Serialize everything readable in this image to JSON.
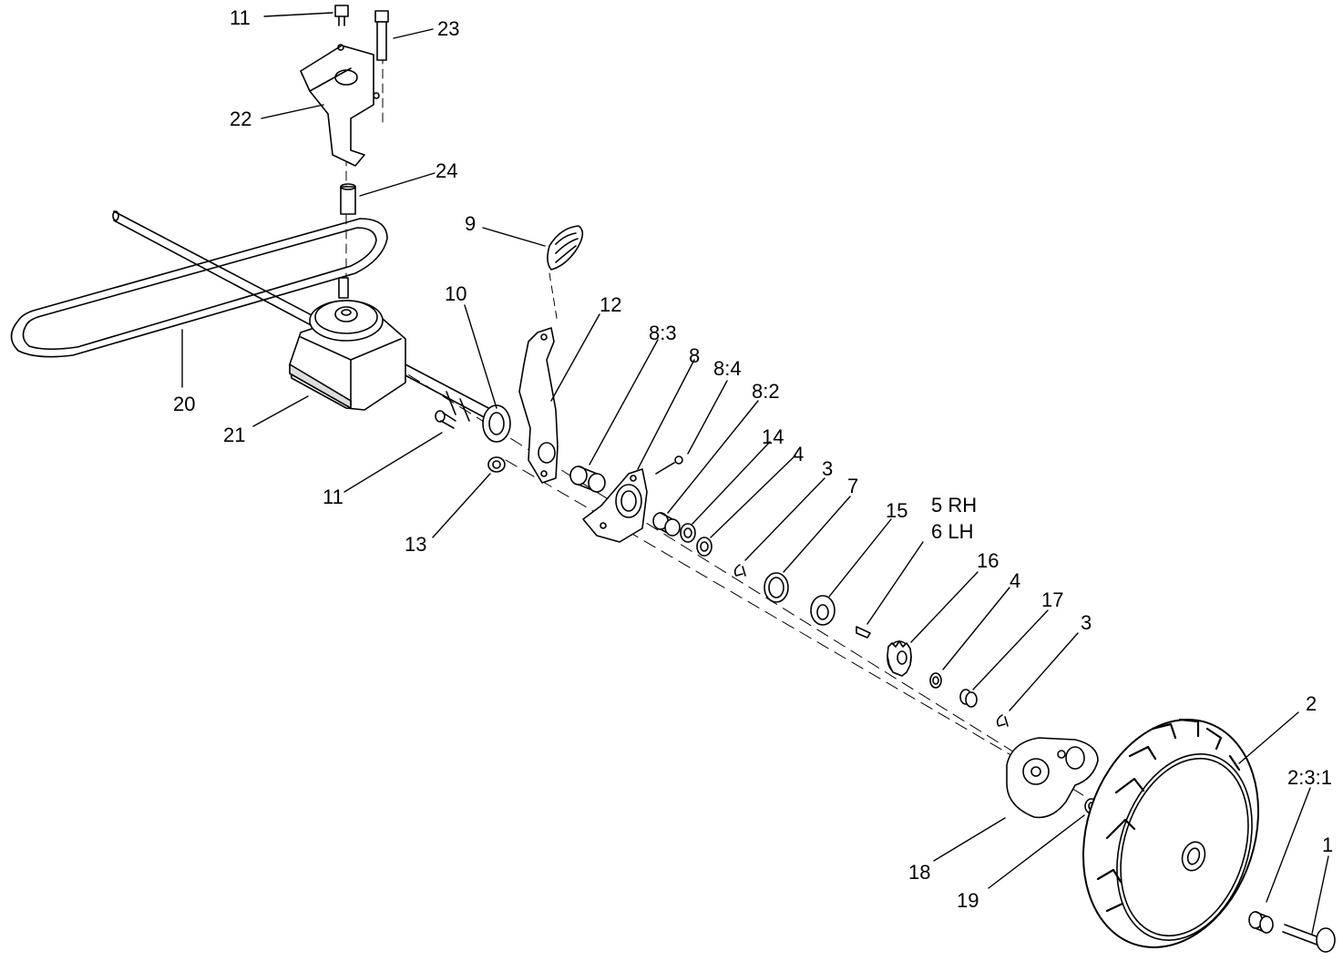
{
  "callouts": [
    {
      "id": "c11a",
      "text": "11"
    },
    {
      "id": "c23",
      "text": "23"
    },
    {
      "id": "c22",
      "text": "22"
    },
    {
      "id": "c24",
      "text": "24"
    },
    {
      "id": "c9",
      "text": "9"
    },
    {
      "id": "c10",
      "text": "10"
    },
    {
      "id": "c12",
      "text": "12"
    },
    {
      "id": "c20",
      "text": "20"
    },
    {
      "id": "c21",
      "text": "21"
    },
    {
      "id": "c11b",
      "text": "11"
    },
    {
      "id": "c13",
      "text": "13"
    },
    {
      "id": "c8_3",
      "text": "8:3"
    },
    {
      "id": "c8",
      "text": "8"
    },
    {
      "id": "c8_4",
      "text": "8:4"
    },
    {
      "id": "c8_2",
      "text": "8:2"
    },
    {
      "id": "c14",
      "text": "14"
    },
    {
      "id": "c4a",
      "text": "4"
    },
    {
      "id": "c3a",
      "text": "3"
    },
    {
      "id": "c7",
      "text": "7"
    },
    {
      "id": "c15",
      "text": "15"
    },
    {
      "id": "c5",
      "text": "5 RH"
    },
    {
      "id": "c6",
      "text": "6 LH"
    },
    {
      "id": "c16",
      "text": "16"
    },
    {
      "id": "c4b",
      "text": "4"
    },
    {
      "id": "c17",
      "text": "17"
    },
    {
      "id": "c3b",
      "text": "3"
    },
    {
      "id": "c2",
      "text": "2"
    },
    {
      "id": "c2_3_1",
      "text": "2:3:1"
    },
    {
      "id": "c1",
      "text": "1"
    },
    {
      "id": "c18",
      "text": "18"
    },
    {
      "id": "c19",
      "text": "19"
    }
  ]
}
